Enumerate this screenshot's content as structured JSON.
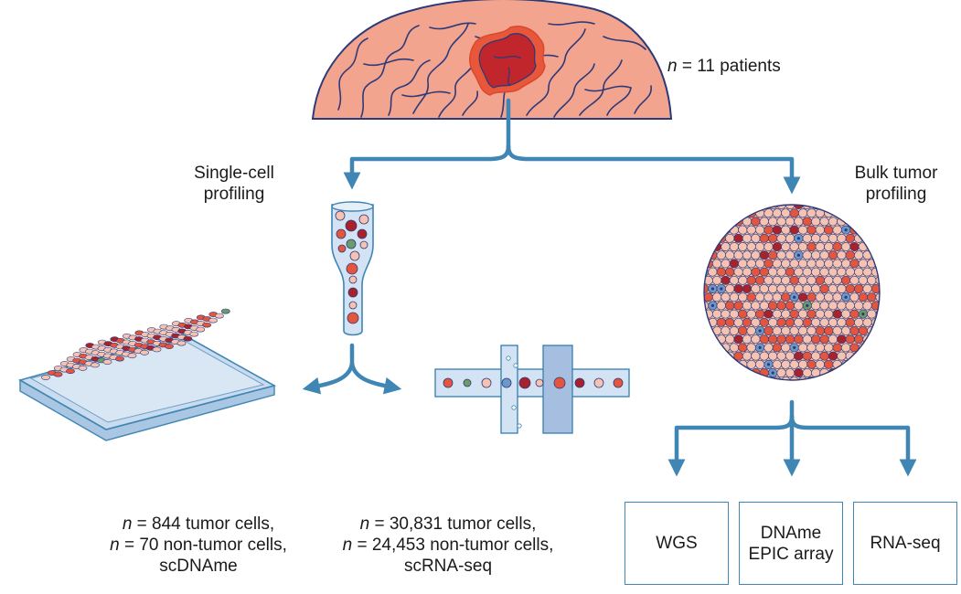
{
  "labels": {
    "patients": {
      "n": "n",
      "text": " = 11 patients"
    },
    "single_cell": {
      "line1": "Single-cell",
      "line2": "profiling"
    },
    "bulk": {
      "line1": "Bulk tumor",
      "line2": "profiling"
    },
    "scdname": {
      "n1": "n",
      "line1": " = 844 tumor cells,",
      "n2": "n",
      "line2": " = 70 non-tumor cells,",
      "line3": "scDNAme"
    },
    "scrnaseq": {
      "n1": "n",
      "line1": " = 30,831 tumor cells,",
      "n2": "n",
      "line2": " = 24,453 non-tumor cells,",
      "line3": "scRNA-seq"
    }
  },
  "assays": [
    {
      "line1": "WGS",
      "line2": ""
    },
    {
      "line1": "DNAme",
      "line2": "EPIC array"
    },
    {
      "line1": "RNA-seq",
      "line2": ""
    }
  ],
  "colors": {
    "arrow": "#3f86b5",
    "brain": "#f2a48f",
    "brain_outline": "#2e3a78",
    "tumor": "#c0262b",
    "tumor_rim": "#e9573a",
    "cell_light": "#f6c3b2",
    "cell_red": "#e4553e",
    "cell_dark": "#a8222c",
    "cell_blue": "#6e98c7",
    "cell_green": "#6a9b6b",
    "plate": "#c9dcef",
    "channel": "#d3e3f3"
  }
}
